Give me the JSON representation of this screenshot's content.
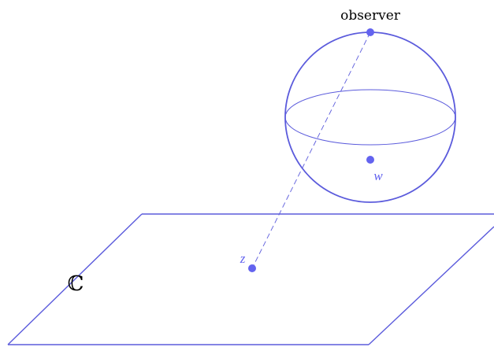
{
  "labels": {
    "observer": "observer",
    "w": "w",
    "z": "z",
    "plane": "ℂ"
  },
  "colors": {
    "stroke": "#5b5bdc",
    "point": "#6363ef",
    "text": "#000000"
  }
}
